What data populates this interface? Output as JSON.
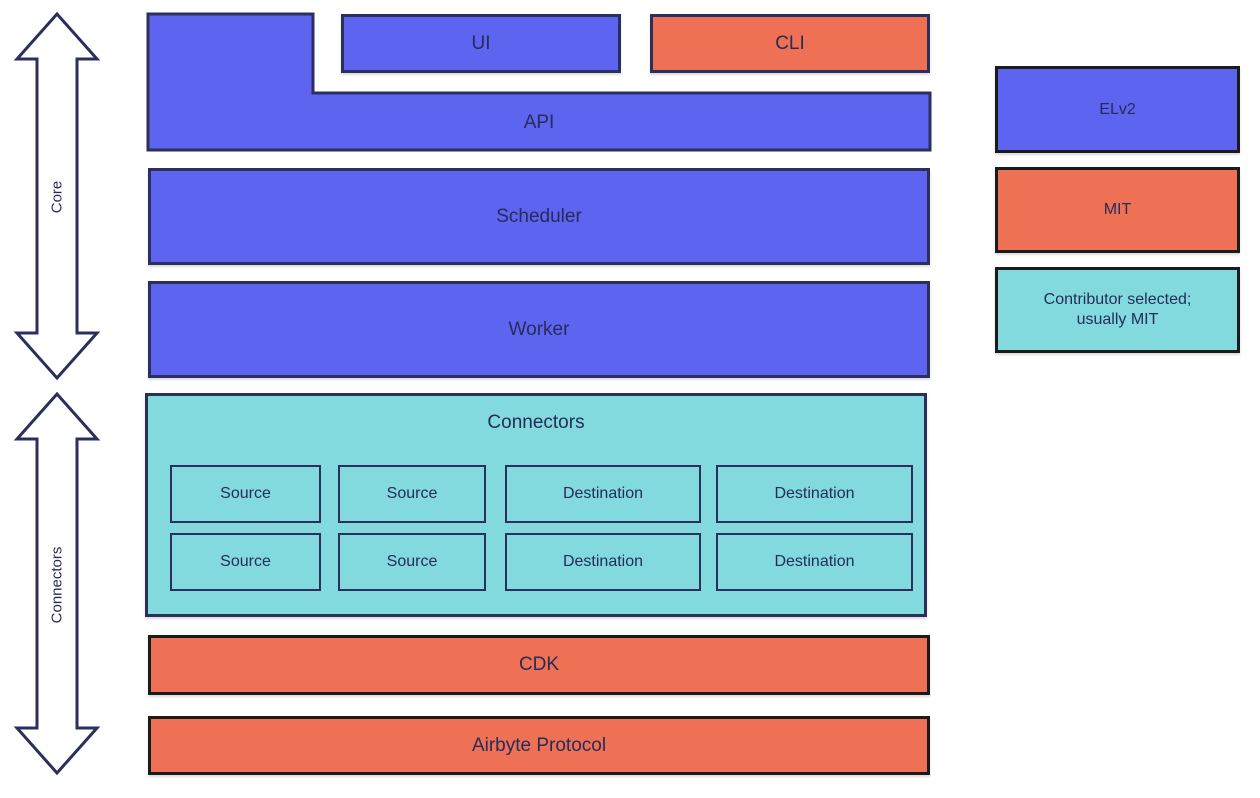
{
  "background": "#ffffff",
  "colors": {
    "blue": "#5d64ef",
    "orange": "#ee7156",
    "teal": "#82dade",
    "border_navy": "#2a2f5b",
    "border_black": "#1b1b1b",
    "text_navy": "#262c58"
  },
  "arrows": {
    "core": {
      "label": "Core"
    },
    "connectors": {
      "label": "Connectors"
    }
  },
  "stack": {
    "ui": {
      "label": "UI",
      "color": "#5d64ef"
    },
    "cli": {
      "label": "CLI",
      "color": "#ee7156"
    },
    "api": {
      "label": "API",
      "color": "#5d64ef"
    },
    "scheduler": {
      "label": "Scheduler",
      "color": "#5d64ef"
    },
    "worker": {
      "label": "Worker",
      "color": "#5d64ef"
    },
    "cdk": {
      "label": "CDK",
      "color": "#ee7156"
    },
    "protocol": {
      "label": "Airbyte Protocol",
      "color": "#ee7156"
    }
  },
  "connectors_group": {
    "title": "Connectors",
    "color": "#82dade",
    "cells": [
      {
        "label": "Source"
      },
      {
        "label": "Source"
      },
      {
        "label": "Destination"
      },
      {
        "label": "Destination"
      },
      {
        "label": "Source"
      },
      {
        "label": "Source"
      },
      {
        "label": "Destination"
      },
      {
        "label": "Destination"
      }
    ]
  },
  "legend": {
    "items": [
      {
        "label": "ELv2",
        "color": "#5d64ef"
      },
      {
        "label": "MIT",
        "color": "#ee7156"
      },
      {
        "label": "Contributor selected; usually MIT",
        "color": "#82dade"
      }
    ]
  }
}
